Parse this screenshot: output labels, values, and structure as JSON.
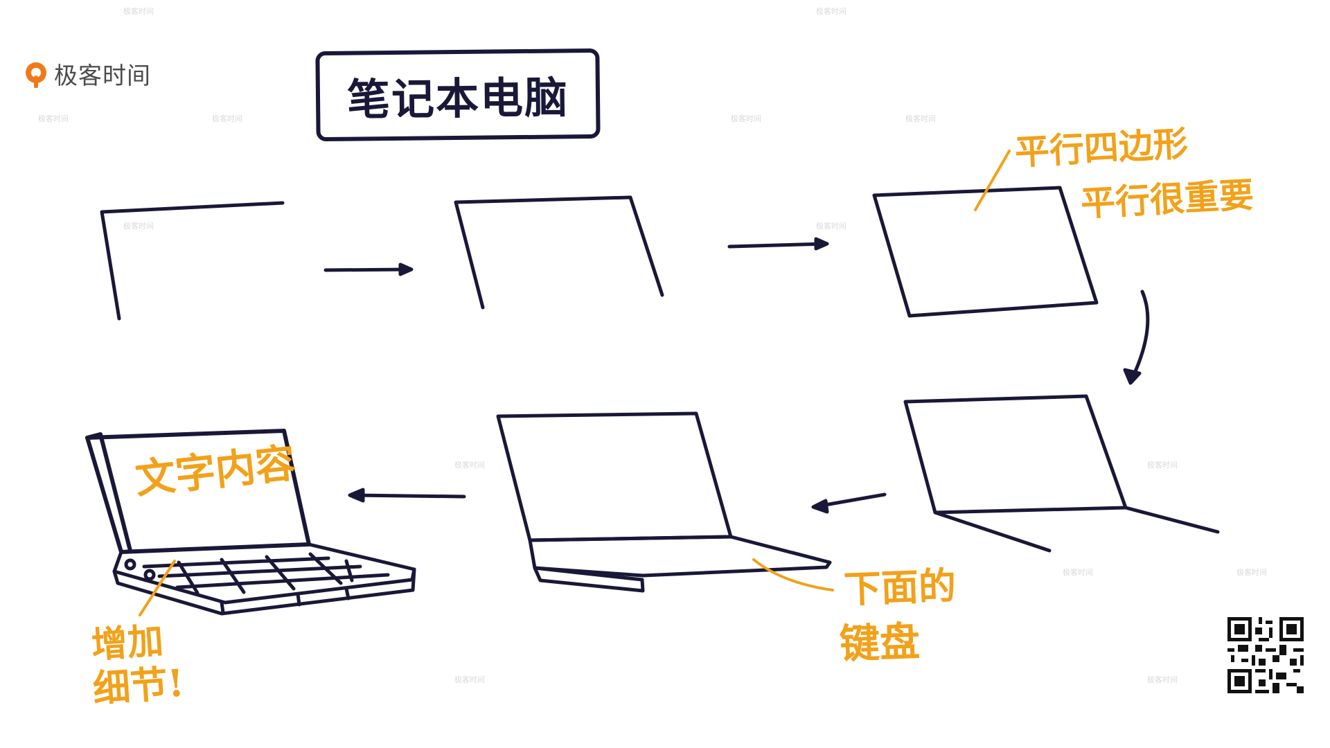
{
  "brand": {
    "name": "极客时间",
    "accent": "#f2a11a",
    "ink": "#1a1838"
  },
  "title": "笔记本电脑",
  "notes": {
    "parallelogram_line1": "平行四边形",
    "parallelogram_line2": "平行很重要",
    "screen_content": "文字内容",
    "keyboard_line1": "下面的",
    "keyboard_line2": "键盘",
    "detail_line1": "增加",
    "detail_line2": "细节!"
  },
  "watermark_text": "极客时间",
  "icons": {
    "logo": "geektime-logo-icon",
    "qr": "qr-code-icon"
  }
}
